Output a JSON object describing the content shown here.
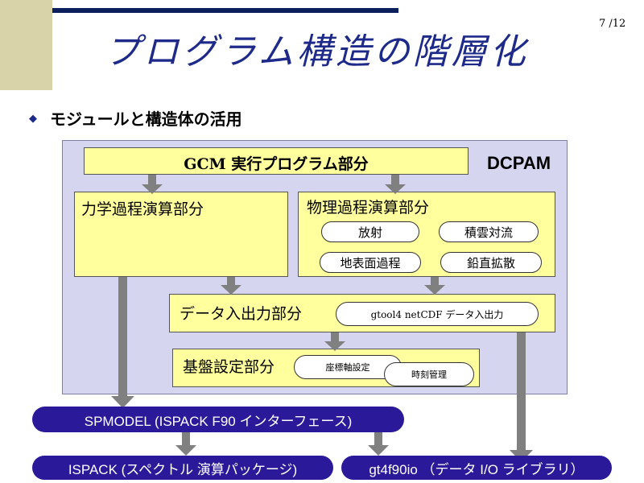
{
  "page_number": "7 /12",
  "title": "プログラム構造の階層化",
  "bullet": {
    "text": "モジュールと構造体の活用",
    "icon": "diamond-bullet-icon"
  },
  "diagram": {
    "system_label": "DCPAM",
    "gcm_block": "GCM 実行プログラム部分",
    "dynamics_block": "力学過程演算部分",
    "physics_block": {
      "label": "物理過程演算部分",
      "modules": [
        "放射",
        "積雲対流",
        "地表面過程",
        "鉛直拡散"
      ]
    },
    "io_block": {
      "label": "データ入出力部分",
      "module": "gtool4 netCDF データ入出力"
    },
    "base_block": {
      "label": "基盤設定部分",
      "modules": [
        "座標軸設定",
        "時刻管理"
      ]
    },
    "libraries": {
      "spmodel": "SPMODEL (ISPACK F90 インターフェース)",
      "ispack": "ISPACK (スペクトル 演算パッケージ)",
      "gt4f90io": "gt4f90io （データ I/O ライブラリ）"
    }
  },
  "colors": {
    "title": "#1e2a8a",
    "block_fill": "#ffff9e",
    "frame_fill": "#d5d5ef",
    "library_fill": "#2a1a9a",
    "arrow": "#808080",
    "header_line": "#0a1f5c",
    "header_block": "#d8d3a8"
  }
}
